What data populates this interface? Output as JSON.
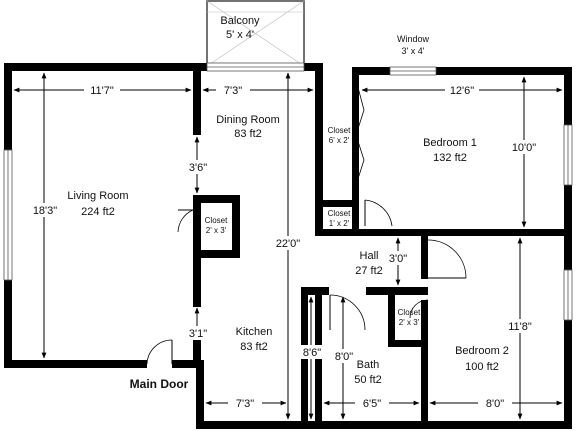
{
  "rooms": {
    "balcony": {
      "name": "Balcony",
      "size": "5' x 4'"
    },
    "window": {
      "name": "Window",
      "size": "3' x 4'"
    },
    "living": {
      "name": "Living Room",
      "area": "224 ft2"
    },
    "dining": {
      "name": "Dining Room",
      "area": "83 ft2"
    },
    "bedroom1": {
      "name": "Bedroom 1",
      "area": "132 ft2"
    },
    "closet_b1": {
      "name": "Closet",
      "size": "6' x 2'"
    },
    "closet_lr": {
      "name": "Closet",
      "size": "2' x 3'"
    },
    "closet_hall": {
      "name": "Closet",
      "size": "1' x 2'"
    },
    "hall": {
      "name": "Hall",
      "area": "27 ft2"
    },
    "kitchen": {
      "name": "Kitchen",
      "area": "83 ft2"
    },
    "bath": {
      "name": "Bath",
      "area": "50 ft2"
    },
    "closet_b2": {
      "name": "Closet",
      "size": "2' x 3'"
    },
    "bedroom2": {
      "name": "Bedroom 2",
      "area": "100 ft2"
    }
  },
  "entrance": "Main Door",
  "dimensions": {
    "living_width": "11'7\"",
    "living_height": "18'3\"",
    "dining_width": "7'3\"",
    "dining_wall": "3'6\"",
    "bedroom1_width": "12'6\"",
    "bedroom1_height": "10'0\"",
    "center_height": "22'0\"",
    "hall_width": "3'0\"",
    "kitchen_wall": "3'1\"",
    "kitchen_depth": "8'6\"",
    "bath_depth": "8'0\"",
    "bedroom2_height": "11'8\"",
    "kitchen_width": "7'3\"",
    "bath_width": "6'5\"",
    "bedroom2_width": "8'0\""
  }
}
